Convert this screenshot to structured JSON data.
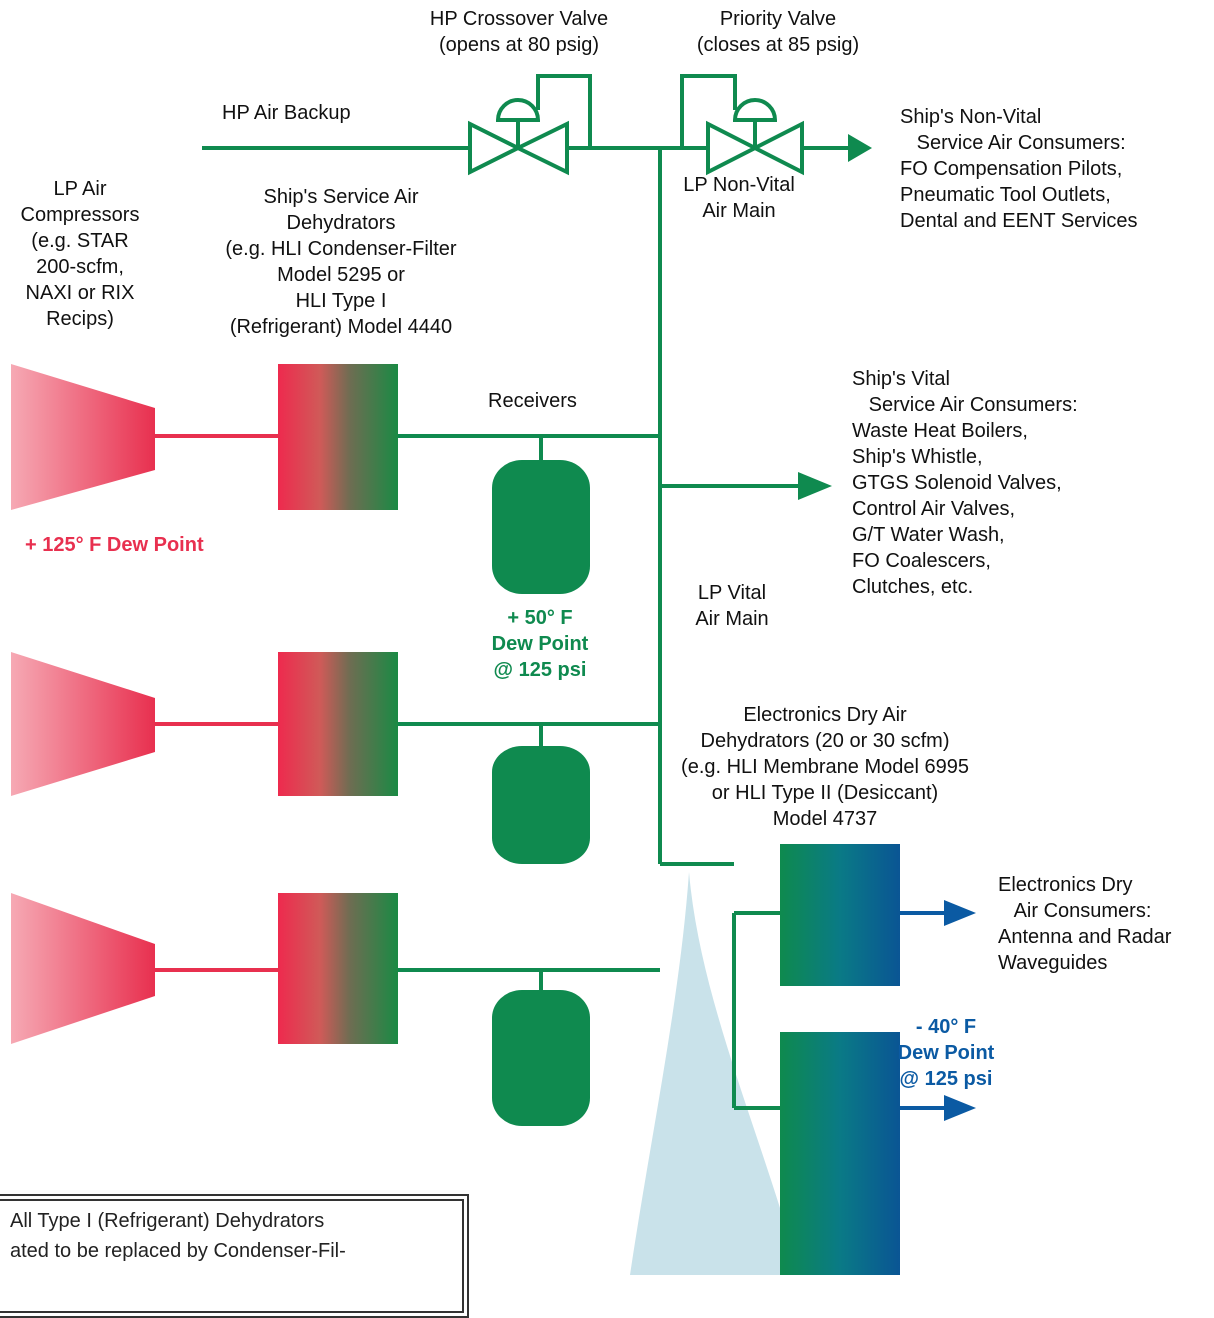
{
  "colors": {
    "pipe_green": "#0f8a4f",
    "compressor_red": "#e8304f",
    "electronics_blue": "#0b5aa3",
    "watermark": "#c9e2ea"
  },
  "labels": {
    "hp_crossover_valve": "HP Crossover Valve\n(opens at 80 psig)",
    "priority_valve": "Priority Valve\n(closes at 85 psig)",
    "hp_air_backup": "HP Air Backup",
    "non_vital_consumers": "Ship's Non-Vital\n   Service Air Consumers:\nFO Compensation Pilots,\nPneumatic Tool Outlets,\nDental and EENT Services",
    "lp_non_vital_main": "LP Non-Vital\nAir Main",
    "lp_air_compressors": "LP Air\nCompressors\n(e.g. STAR\n200-scfm,\nNAXI or RIX\nRecips)",
    "service_dehydrators": "Ship's Service Air\nDehydrators\n(e.g. HLI Condenser-Filter\nModel 5295 or\nHLI Type I\n(Refrigerant) Model 4440",
    "receivers": "Receivers",
    "vital_consumers": "Ship's Vital\n   Service Air Consumers:\nWaste Heat Boilers,\nShip's Whistle,\nGTGS Solenoid Valves,\nControl Air Valves,\nG/T Water Wash,\nFO Coalescers,\nClutches, etc.",
    "dew_125": "+ 125° F Dew Point",
    "dew_50": "+ 50° F\nDew Point\n@ 125 psi",
    "lp_vital_main": "LP Vital\nAir Main",
    "electronics_dehydrators": "Electronics Dry Air\nDehydrators (20 or 30 scfm)\n(e.g. HLI Membrane Model 6995\nor HLI Type II (Desiccant)\nModel 4737",
    "electronics_consumers": "Electronics Dry\n   Air Consumers:\nAntenna and Radar\nWaveguides",
    "dew_minus40": "- 40° F\nDew Point\n@ 125 psi",
    "note": "All Type I (Refrigerant) Dehydrators\nated to be replaced by Condenser-Fil-"
  }
}
